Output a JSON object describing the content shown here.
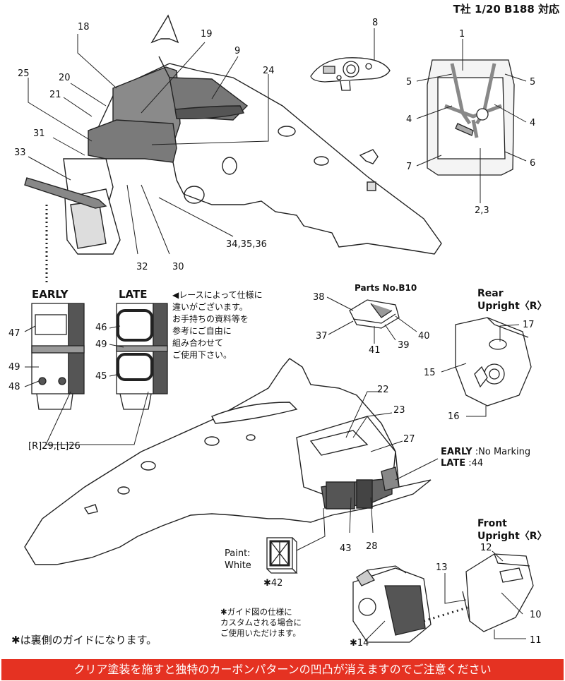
{
  "header": {
    "title": "T社 1/20 B188 対応"
  },
  "callouts_top": [
    "18",
    "19",
    "9",
    "24",
    "25",
    "20",
    "21",
    "31",
    "33",
    "32",
    "30",
    "34,35,36",
    "8"
  ],
  "seat": {
    "labels": [
      "1",
      "5",
      "5",
      "4",
      "4",
      "7",
      "6",
      "2,3"
    ]
  },
  "sidepod_variants": {
    "early_title": "EARLY",
    "late_title": "LATE",
    "early_parts": [
      "47",
      "49",
      "48"
    ],
    "late_parts": [
      "46",
      "49",
      "45"
    ],
    "shared_label": "[R]29,[L]26"
  },
  "note_jp": {
    "lines": [
      "レースによって仕様に",
      "違いがございます。",
      "お手持ちの資料等を",
      "参考にご自由に",
      "組み合わせて",
      "ご使用下さい。"
    ],
    "marker": "◀"
  },
  "parts_b10": {
    "title": "Parts No.B10",
    "labels": [
      "38",
      "37",
      "41",
      "39",
      "40"
    ]
  },
  "rear_upright": {
    "title_line1": "Rear",
    "title_line2": "Upright〈R〉",
    "labels": [
      "17",
      "15",
      "16"
    ]
  },
  "lower_body": {
    "labels": [
      "22",
      "23",
      "27",
      "43",
      "28"
    ],
    "early_late": {
      "early": "EARLY",
      "early_text": ":No Marking",
      "late": "LATE",
      "late_text": ":44"
    }
  },
  "paint_decal": {
    "label_line1": "Paint:",
    "label_line2": "White",
    "part": "✱42"
  },
  "front_upright": {
    "title_line1": "Front",
    "title_line2": "Upright〈R〉",
    "labels": [
      "12",
      "13",
      "10",
      "11",
      "✱14"
    ]
  },
  "guide_note": {
    "lines": [
      "✱ガイド図の仕様に",
      "カスタムされる場合に",
      "ご使用いただけます。"
    ]
  },
  "footer_note": "✱は裏側のガイドになります。",
  "banner": "クリア塗装を施すと独特のカーボンパターンの凹凸が消えますのでご注意ください"
}
